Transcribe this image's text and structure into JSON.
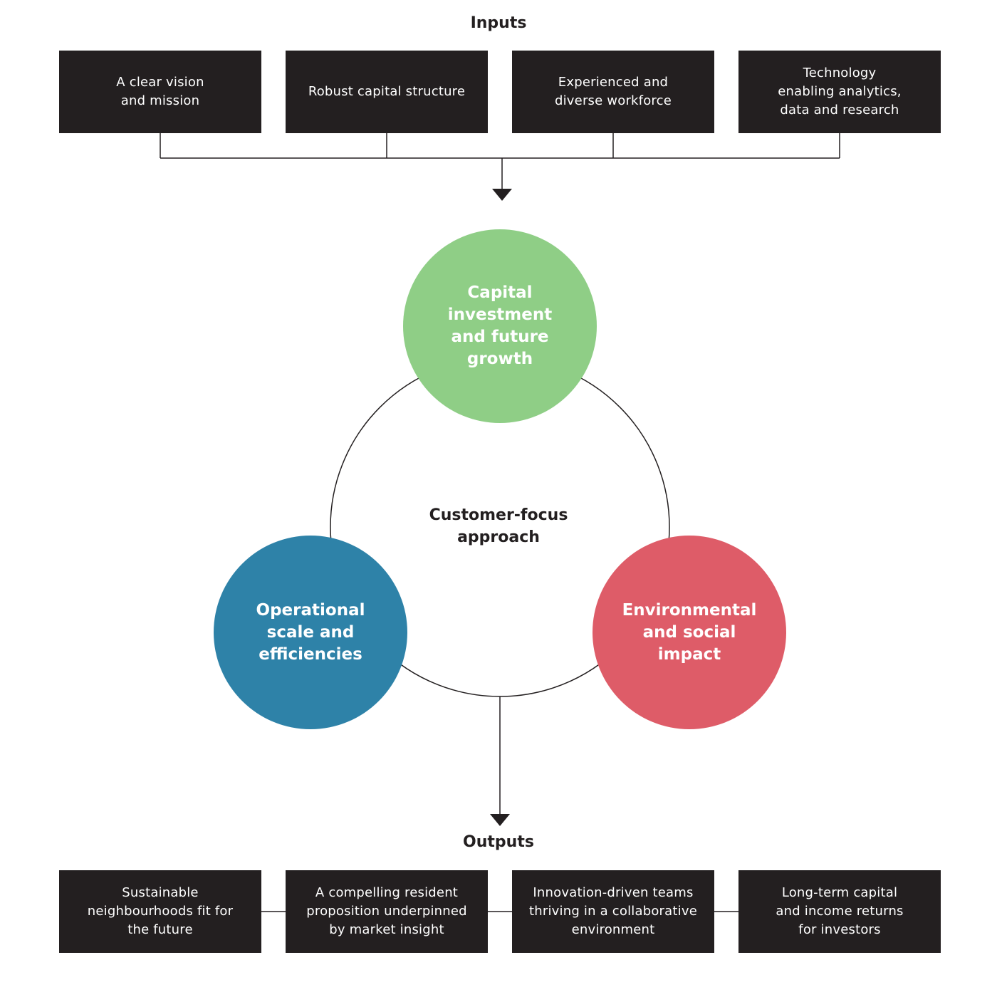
{
  "inputs": {
    "title": "Inputs",
    "items": [
      {
        "label": "A clear vision\nand mission"
      },
      {
        "label": "Robust capital structure"
      },
      {
        "label": "Experienced and\ndiverse workforce"
      },
      {
        "label": "Technology\nenabling analytics,\ndata and research"
      }
    ]
  },
  "cycle": {
    "center_label": "Customer-focus\napproach",
    "nodes": [
      {
        "label": "Capital\ninvestment\nand future\ngrowth",
        "color": "#8fce86"
      },
      {
        "label": "Operational\nscale and\nefficiencies",
        "color": "#2e82a8"
      },
      {
        "label": "Environmental\nand social\nimpact",
        "color": "#de5c68"
      }
    ]
  },
  "outputs": {
    "title": "Outputs",
    "items": [
      {
        "label": "Sustainable\nneighbourhoods fit for\nthe future"
      },
      {
        "label": "A compelling resident\nproposition underpinned\nby market insight"
      },
      {
        "label": "Innovation-driven teams\nthriving in a collaborative\nenvironment"
      },
      {
        "label": "Long-term capital\nand income returns\nfor investors"
      }
    ]
  },
  "colors": {
    "box_fill": "#231f20",
    "line": "#231f20",
    "text": "#231f20"
  }
}
